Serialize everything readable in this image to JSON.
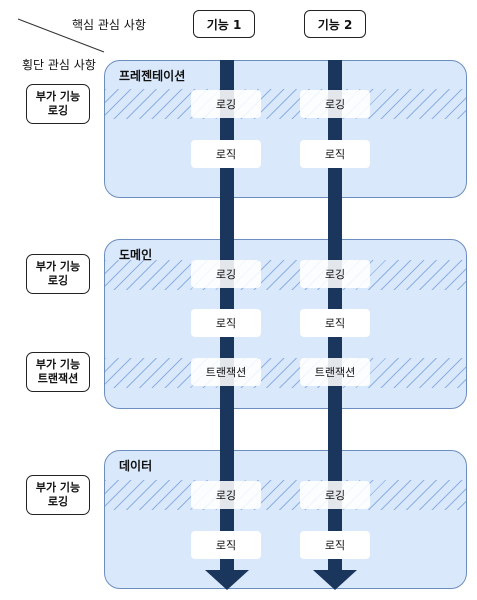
{
  "header": {
    "core_label": "핵심 관심 사항",
    "cross_label": "횡단 관심 사항",
    "features": [
      "기능 1",
      "기능 2"
    ]
  },
  "layers": [
    {
      "title": "프레젠테이션",
      "side_boxes": [
        [
          "부가 기능",
          "로깅"
        ]
      ],
      "cells": [
        "로깅",
        "로직"
      ]
    },
    {
      "title": "도메인",
      "side_boxes": [
        [
          "부가 기능",
          "로깅"
        ],
        [
          "부가 기능",
          "트랜잭션"
        ]
      ],
      "cells": [
        "로깅",
        "로직",
        "트랜잭션"
      ]
    },
    {
      "title": "데이터",
      "side_boxes": [
        [
          "부가 기능",
          "로깅"
        ]
      ],
      "cells": [
        "로깅",
        "로직"
      ]
    }
  ],
  "colors": {
    "layer_fill": "#dae8fc",
    "layer_border": "#6c8ebf",
    "bar": "#1b365d",
    "hatch": "#7ea6e0"
  }
}
